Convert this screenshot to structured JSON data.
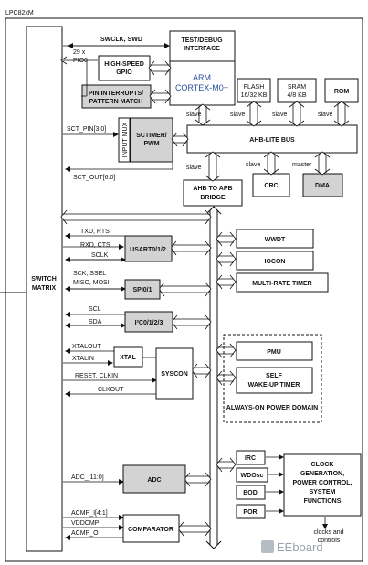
{
  "title": "LPC82xM",
  "switch_matrix": [
    "SWITCH",
    "MATRIX"
  ],
  "blocks": {
    "test_debug": [
      "TEST/DEBUG",
      "INTERFACE"
    ],
    "arm": [
      "ARM",
      "CORTEX-M0+"
    ],
    "flash": [
      "FLASH",
      "16/32 KB"
    ],
    "sram": [
      "SRAM",
      "4/8 KB"
    ],
    "rom": "ROM",
    "hs_gpio": [
      "HIGH-SPEED",
      "GPIO"
    ],
    "pin_int": [
      "PIN INTERRUPTS/",
      "PATTERN MATCH"
    ],
    "input_mux": "INPUT MUX",
    "sctimer": [
      "SCTIMER/",
      "PWM"
    ],
    "ahb_bus": "AHB-LITE BUS",
    "crc": "CRC",
    "dma": "DMA",
    "apb_bridge": [
      "AHB TO APB",
      "BRIDGE"
    ],
    "wwdt": "WWDT",
    "iocon": "IOCON",
    "mrt": "MULTI-RATE TIMER",
    "usart": "USART0/1/2",
    "spi": "SPI0/1",
    "i2c": "I²C0/1/2/3",
    "xtal": "XTAL",
    "syscon": "SYSCON",
    "pmu": "PMU",
    "self_wakeup": [
      "SELF",
      "WAKE-UP TIMER"
    ],
    "always_on": "ALWAYS-ON POWER DOMAIN",
    "adc": "ADC",
    "comparator": "COMPARATOR",
    "irc": "IRC",
    "wdosc": "WDOsc",
    "bod": "BOD",
    "por": "POR",
    "clock_gen": [
      "CLOCK",
      "GENERATION,",
      "POWER CONTROL,",
      "SYSTEM",
      "FUNCTIONS"
    ]
  },
  "signals": {
    "swclk": "SWCLK, SWD",
    "pio0": [
      "29 x",
      "PIO0"
    ],
    "sct_pin": "SCT_PIN[3:0]",
    "sct_out": "SCT_OUT[6:0]",
    "txd": "TXD, RTS",
    "rxd": "RXD, CTS",
    "sclk": "SCLK",
    "sck": "SCK, SSEL",
    "miso": "MISO, MOSI",
    "scl": "SCL",
    "sda": "SDA",
    "xtalout": "XTALOUT",
    "xtalin": "XTALIN",
    "reset": "RESET, CLKIN",
    "clkout": "CLKOUT",
    "adc_in": "ADC_[11:0]",
    "acmp": "ACMP_I[4:1]",
    "vddcmp": "VDDCMP",
    "acmp_o": "ACMP_O",
    "clocks": [
      "clocks and",
      "controls"
    ]
  },
  "bus_labels": {
    "slave": "slave",
    "master": "master"
  },
  "watermark": "EEboard"
}
